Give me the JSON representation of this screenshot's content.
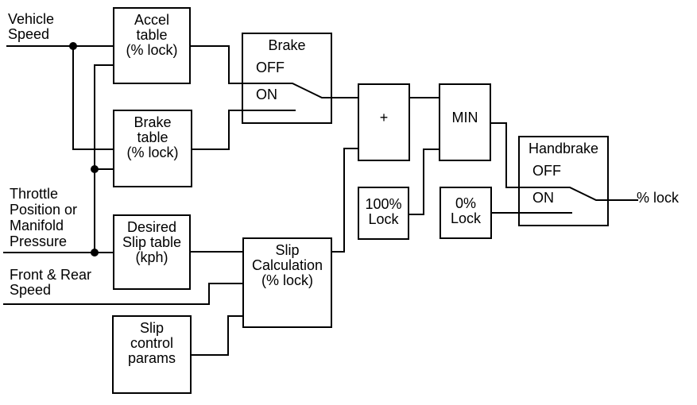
{
  "diagram": {
    "inputs": {
      "vehicle_speed": {
        "line1": "Vehicle",
        "line2": "Speed"
      },
      "throttle": {
        "line1": "Throttle",
        "line2": "Position or",
        "line3": "Manifold",
        "line4": "Pressure"
      },
      "front_rear": {
        "line1": "Front & Rear",
        "line2": "Speed"
      }
    },
    "output": {
      "label": "% lock"
    },
    "blocks": {
      "accel_table": {
        "line1": "Accel",
        "line2": "table",
        "line3": "(% lock)"
      },
      "brake_table": {
        "line1": "Brake",
        "line2": "table",
        "line3": "(% lock)"
      },
      "brake_switch": {
        "title": "Brake",
        "off": "OFF",
        "on": "ON"
      },
      "desired_slip_table": {
        "line1": "Desired",
        "line2": "Slip table",
        "line3": "(kph)"
      },
      "slip_calculation": {
        "line1": "Slip",
        "line2": "Calculation",
        "line3": "(% lock)"
      },
      "slip_control_params": {
        "line1": "Slip",
        "line2": "control",
        "line3": "params"
      },
      "sum": {
        "label": "+"
      },
      "min": {
        "label": "MIN"
      },
      "lock_100": {
        "line1": "100%",
        "line2": "Lock"
      },
      "lock_0": {
        "line1": "0%",
        "line2": "Lock"
      },
      "handbrake_switch": {
        "title": "Handbrake",
        "off": "OFF",
        "on": "ON"
      }
    },
    "colors": {
      "line": "#000000",
      "background": "#ffffff",
      "text": "#000000"
    }
  }
}
